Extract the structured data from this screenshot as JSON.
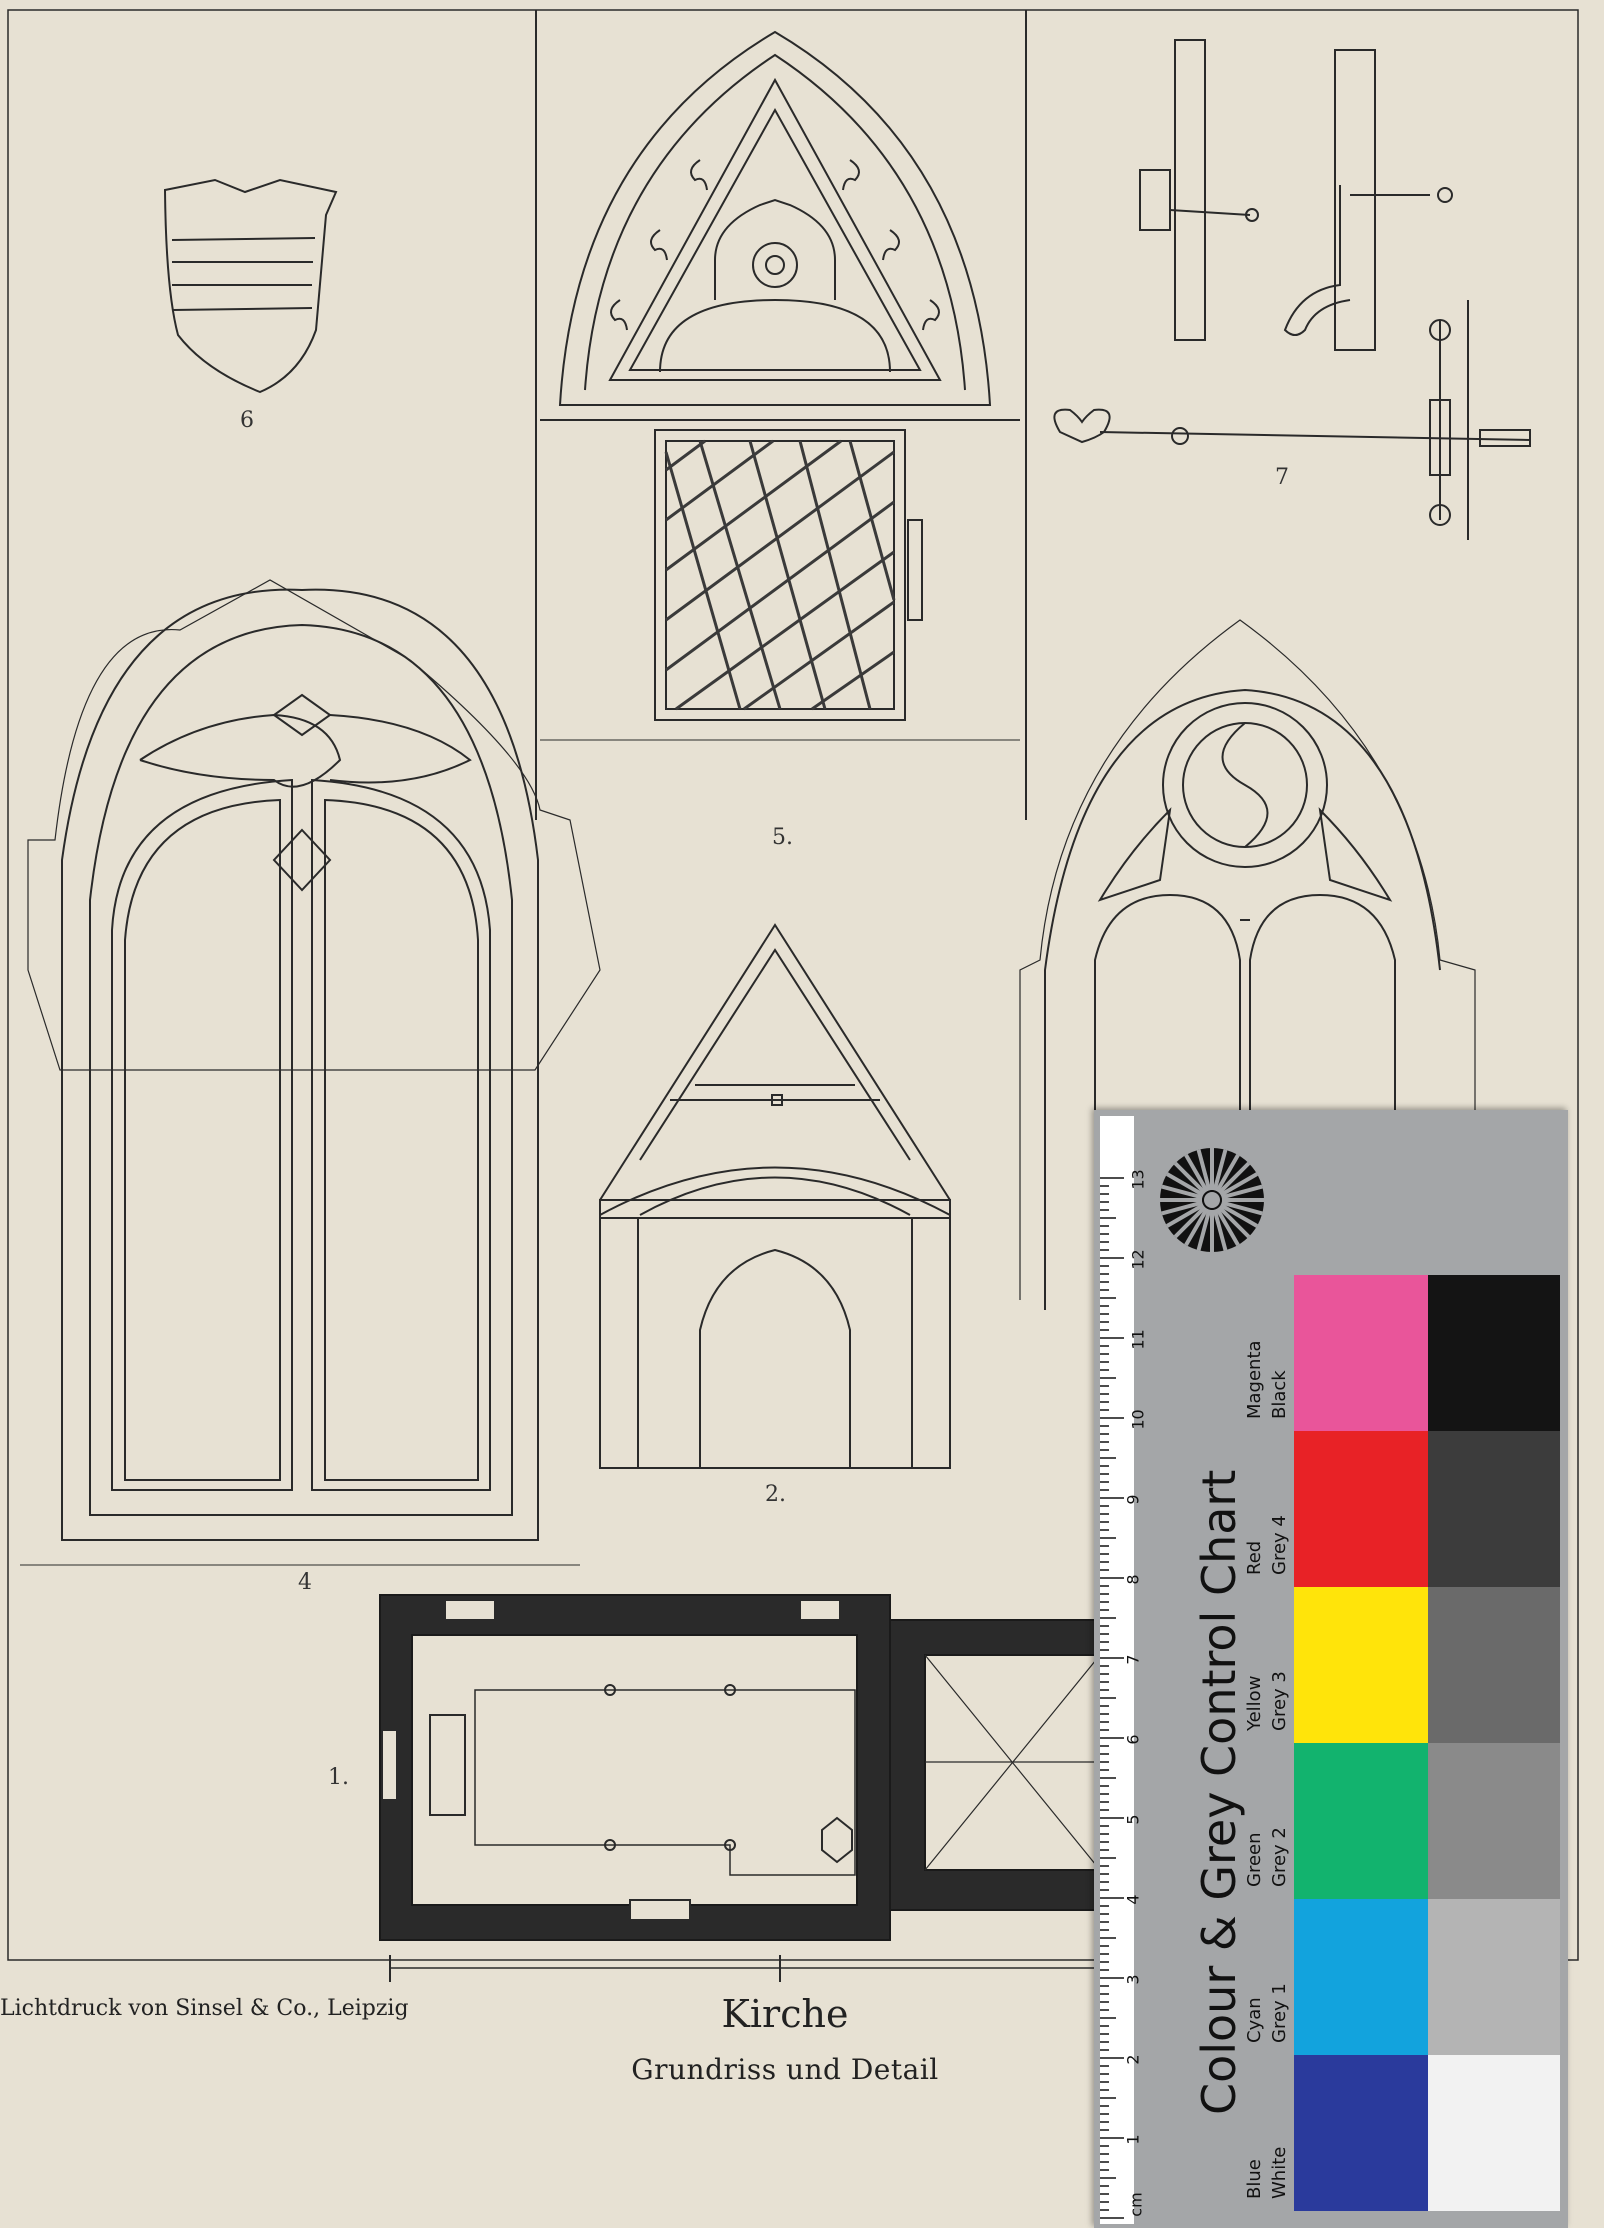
{
  "plate": {
    "title": "Kirche",
    "subtitle": "Grundriss und Detail",
    "credit": "Lichtdruck von Sinsel & Co., Leipzig",
    "figures": [
      "1.",
      "2.",
      "4",
      "5.",
      "6",
      "7"
    ]
  },
  "color_chart": {
    "title": "Colour & Grey Control Chart",
    "unit": "cm",
    "ruler_numbers": [
      "1",
      "2",
      "3",
      "4",
      "5",
      "6",
      "7",
      "8",
      "9",
      "10",
      "11",
      "12",
      "13"
    ],
    "color_labels": [
      "Blue",
      "Cyan",
      "Green",
      "Yellow",
      "Red",
      "Magenta"
    ],
    "grey_labels": [
      "White",
      "Grey 1",
      "Grey 2",
      "Grey 3",
      "Grey 4",
      "Black"
    ],
    "color_patches": [
      "#2a3a9c",
      "#12a3dd",
      "#12b36e",
      "#ffe40a",
      "#e82226",
      "#e9559a"
    ],
    "grey_patches": [
      "#f2f2f2",
      "#b4b4b4",
      "#8a8a8a",
      "#6a6a6a",
      "#3c3c3c",
      "#141414"
    ]
  }
}
